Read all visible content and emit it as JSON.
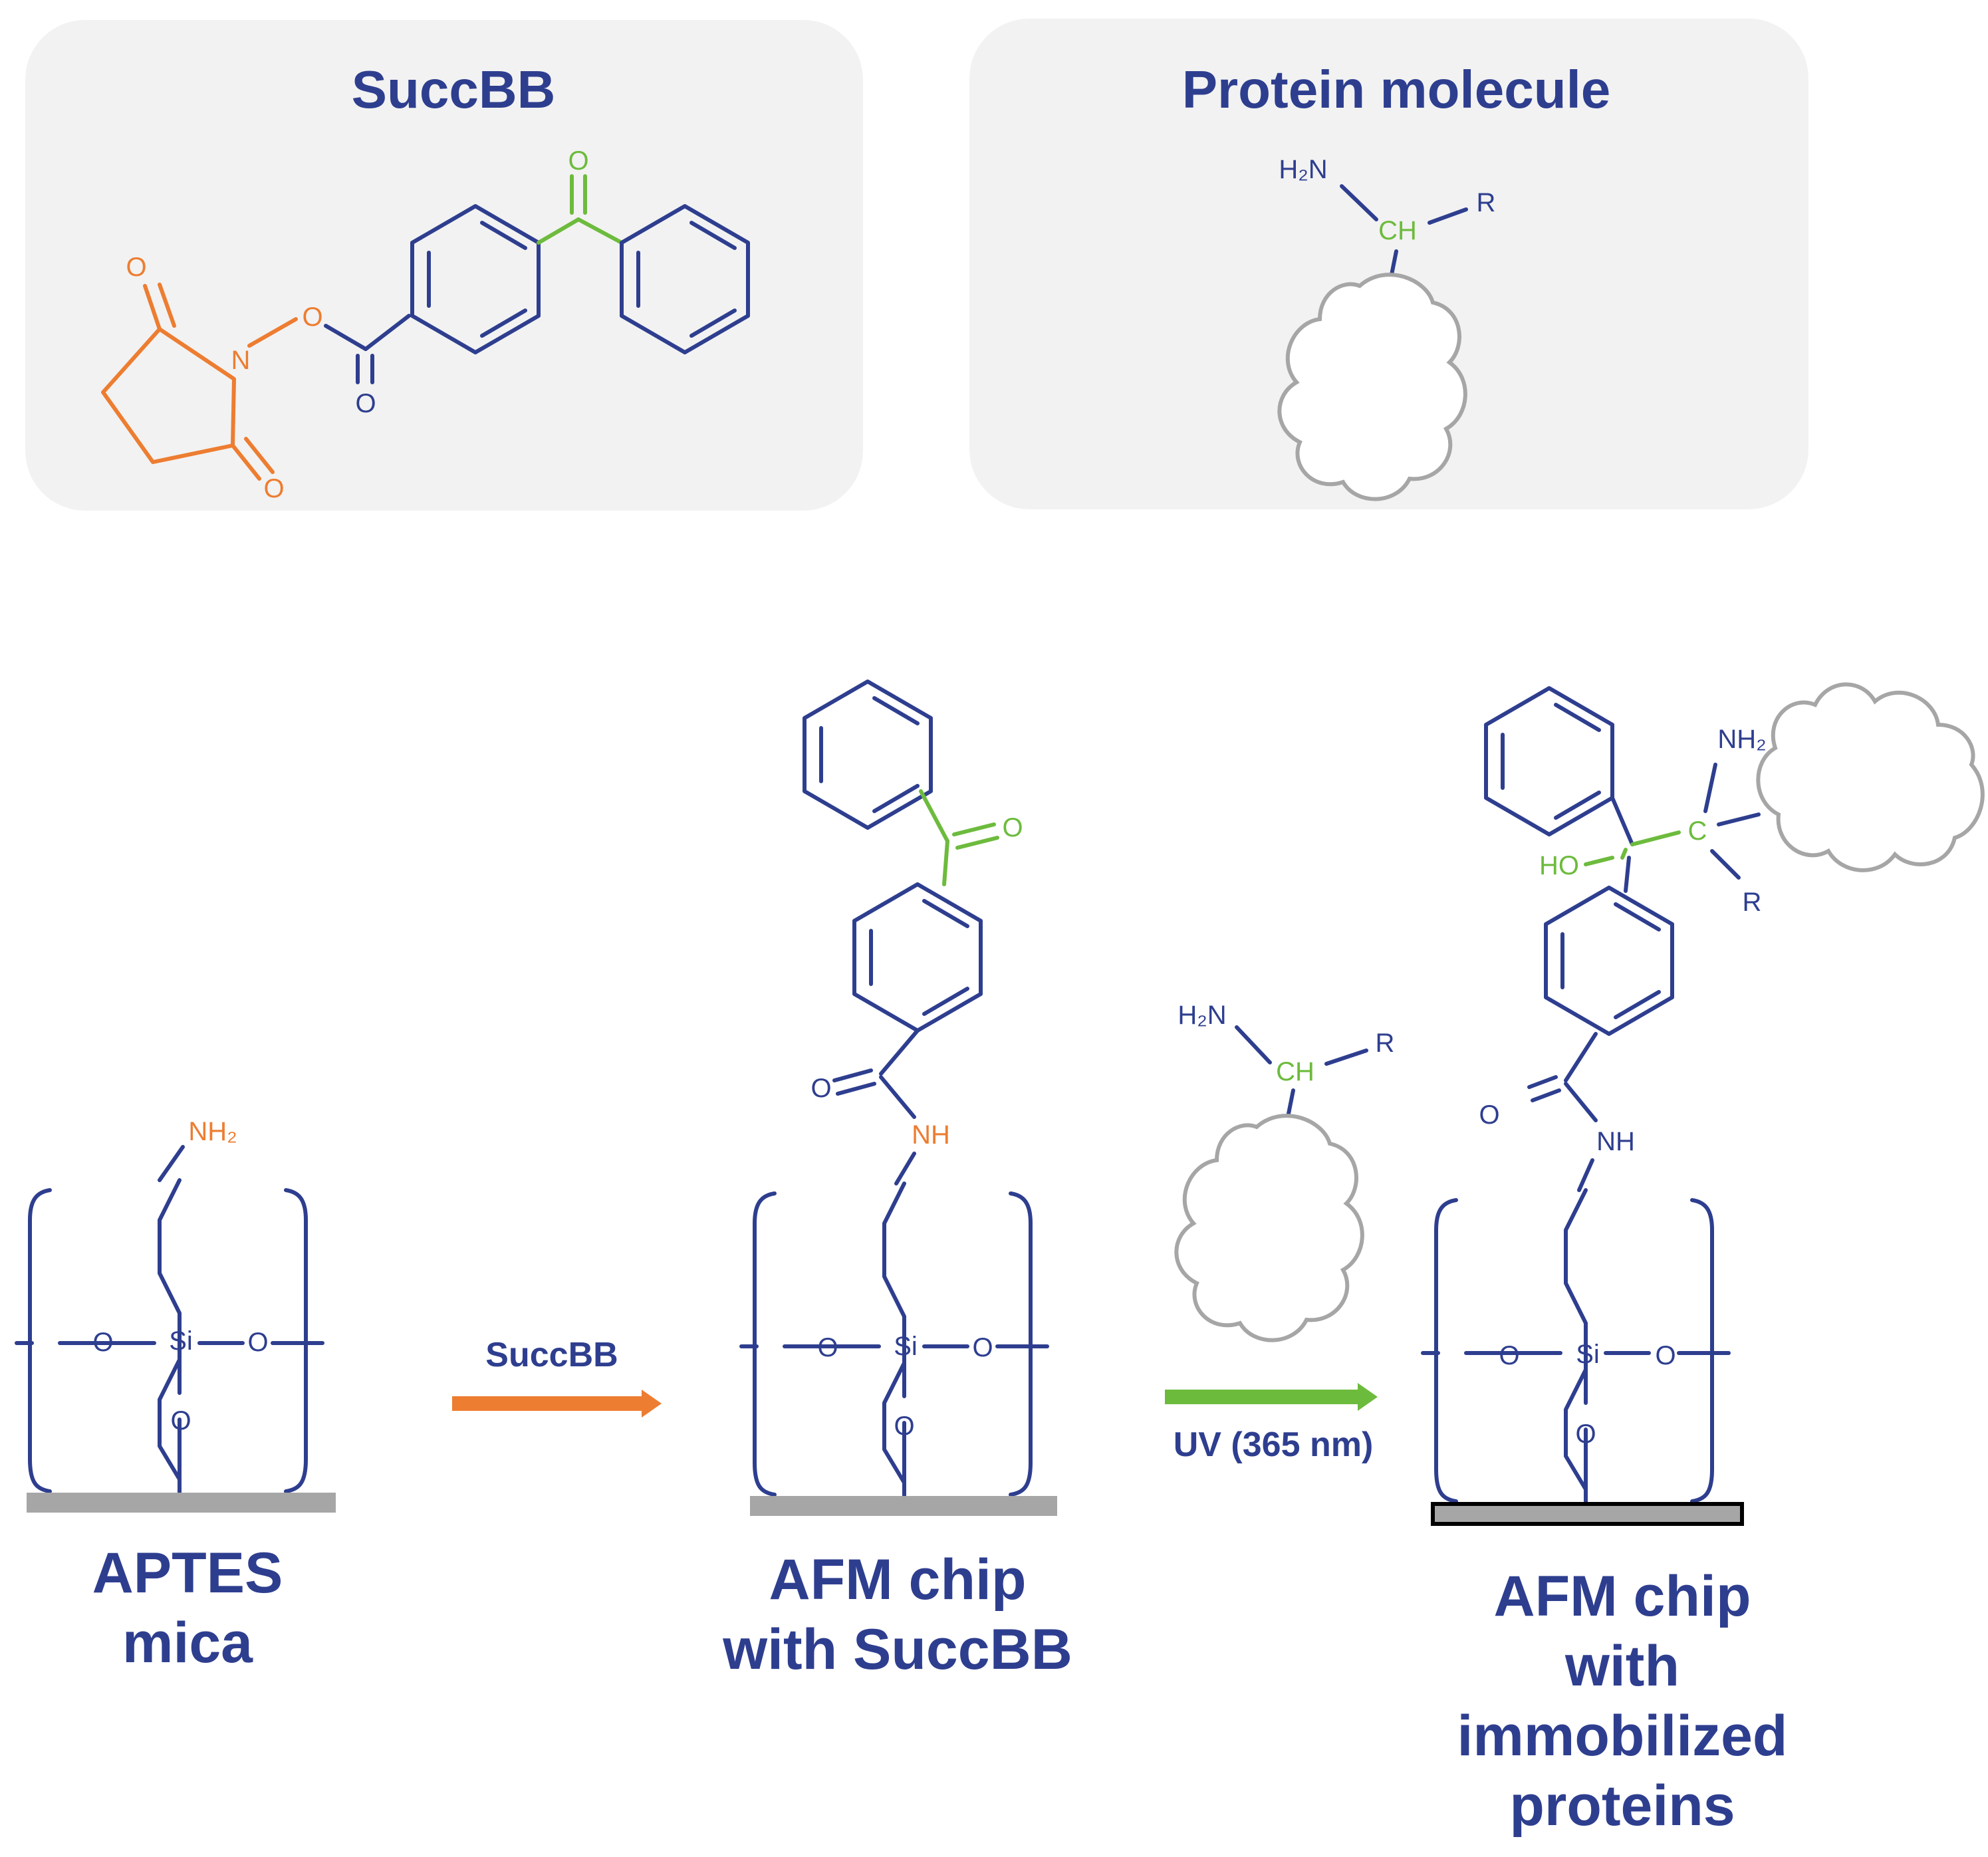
{
  "panel_succbb": {
    "title": "SuccBB"
  },
  "panel_protein": {
    "title": "Protein molecule"
  },
  "atoms": {
    "O": "O",
    "N": "N",
    "H2N": "H₂N",
    "NH2": "NH₂",
    "NH": "NH",
    "CH": "CH",
    "C": "C",
    "R": "R",
    "Si": "Si",
    "HO": "HO"
  },
  "steps": {
    "step1": {
      "line1": "APTES",
      "line2": "mica"
    },
    "step2": {
      "line1": "AFM chip",
      "line2": "with SuccBB"
    },
    "step3": {
      "line1": "AFM chip",
      "line2": "with",
      "line3": "immobilized",
      "line4": "proteins"
    }
  },
  "arrows": {
    "a1": {
      "label": "SuccBB",
      "color": "#ed7d31"
    },
    "a2": {
      "label": "UV (365 nm)",
      "color": "#6dbb3d"
    }
  },
  "colors": {
    "navy": "#2e3e8f",
    "orange": "#ed7d31",
    "green": "#6dbb3d",
    "gray": "#a6a6a6",
    "panel": "#f2f2f2"
  }
}
